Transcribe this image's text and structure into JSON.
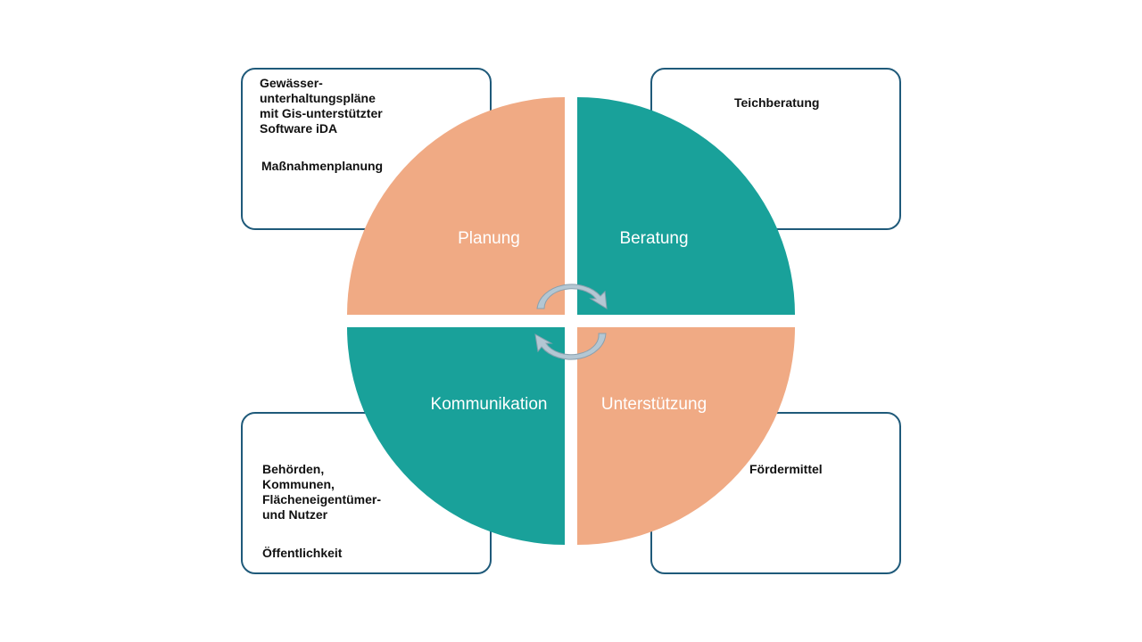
{
  "quadrants": {
    "planung": "Planung",
    "beratung": "Beratung",
    "kommunikation": "Kommunikation",
    "unterstuetzung": "Unterstützung"
  },
  "boxes": {
    "planung": {
      "item1": "Gewässer-\nunterhaltungspläne\nmit Gis-unterstützter\nSoftware iDA",
      "item2": "Maßnahmenplanung"
    },
    "beratung": {
      "item1": "Teichberatung"
    },
    "kommunikation": {
      "item1": "Behörden,\nKommunen,\nFlächeneigentümer-\nund Nutzer",
      "item2": "Öffentlichkeit"
    },
    "unterstuetzung": {
      "item1": "Fördermittel"
    }
  },
  "colors": {
    "salmon": "#f0aa84",
    "teal": "#19a19a",
    "box_border": "#1f5a7a",
    "arrow": "#b4c7d3"
  },
  "icons": [
    "cycle-arrow-icon"
  ]
}
